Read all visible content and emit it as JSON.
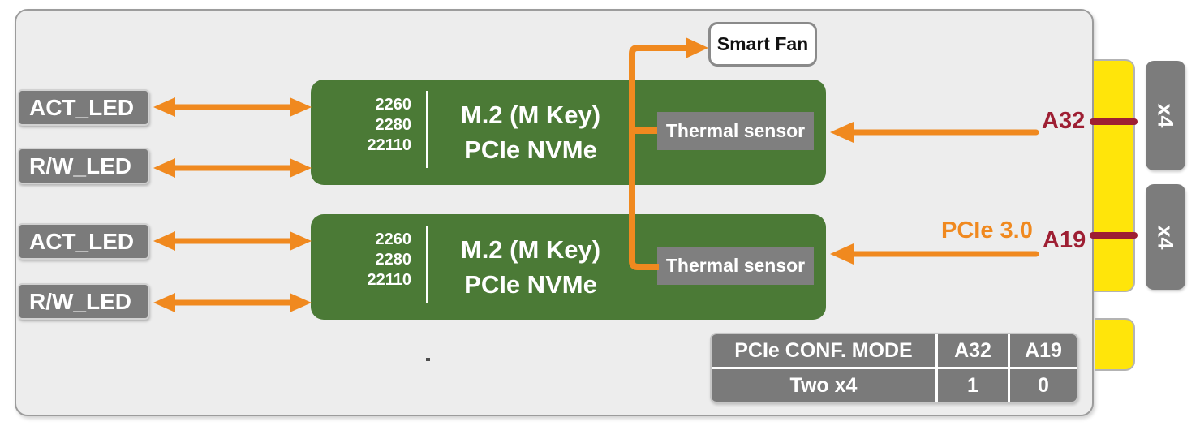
{
  "colors": {
    "orange": "#f0891f",
    "green": "#4b7a36",
    "yellow": "#ffe50a",
    "maroon": "#9e1f33",
    "gray_box": "#7b7b7b",
    "sensor_gray": "#7f7f7f",
    "table_gray": "#7a7a7a",
    "card_bg": "#ededed"
  },
  "leds": [
    "ACT_LED",
    "R/W_LED",
    "ACT_LED",
    "R/W_LED"
  ],
  "modules": [
    {
      "sizes": [
        "2260",
        "2280",
        "22110"
      ],
      "title": [
        "M.2 (M Key)",
        "PCIe NVMe"
      ],
      "sensor": "Thermal sensor"
    },
    {
      "sizes": [
        "2260",
        "2280",
        "22110"
      ],
      "title": [
        "M.2 (M Key)",
        "PCIe NVMe"
      ],
      "sensor": "Thermal sensor"
    }
  ],
  "smart_fan": "Smart Fan",
  "signals": {
    "a32": "A32",
    "a19": "A19",
    "pcie_gen": "PCIe 3.0"
  },
  "edge_connectors": {
    "x4_top": "x4",
    "x4_bottom": "x4"
  },
  "table": {
    "headers": [
      "PCIe CONF. MODE",
      "A32",
      "A19"
    ],
    "row": [
      "Two x4",
      "1",
      "0"
    ]
  }
}
